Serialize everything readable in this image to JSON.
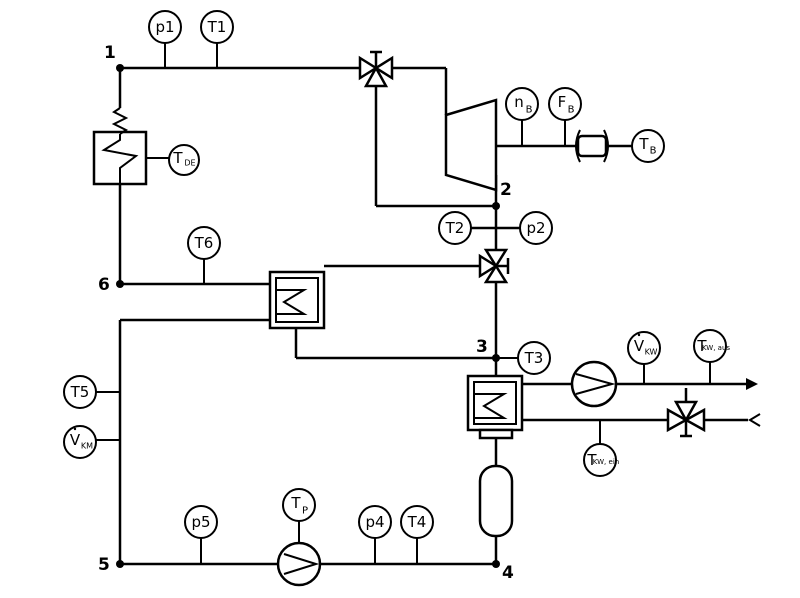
{
  "nodes": {
    "n1": "1",
    "n2": "2",
    "n3": "3",
    "n4": "4",
    "n5": "5",
    "n6": "6"
  },
  "sensors": {
    "p1": "p1",
    "T1": "T1",
    "nB": "n",
    "nB_sub": "B",
    "FB": "F",
    "FB_sub": "B",
    "TB": "T",
    "TB_sub": "B",
    "TDE": "T",
    "TDE_sub": "DE",
    "T2": "T2",
    "p2": "p2",
    "T6": "T6",
    "T3": "T3",
    "VKW": "V",
    "VKW_sub": "KW",
    "TKW_aus": "T",
    "TKW_aus_sub": "KW, aus",
    "TKW_ein": "T",
    "TKW_ein_sub": "KW, ein",
    "T5": "T5",
    "VKM": "V",
    "VKM_sub": "KM",
    "p5": "p5",
    "TP": "T",
    "TP_sub": "P",
    "p4": "p4",
    "T4": "T4"
  }
}
